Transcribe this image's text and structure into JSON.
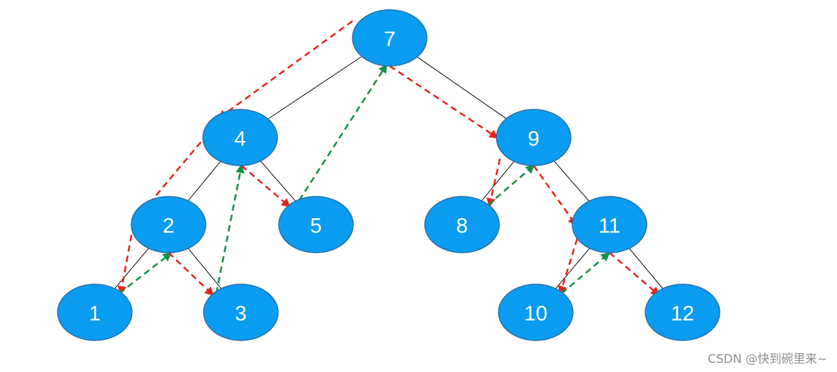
{
  "diagram": {
    "node_color": "#0a9cf0",
    "tree_line_color": "#000000",
    "descend_color": "#e8231a",
    "ascend_color": "#15924a",
    "nodes": [
      {
        "id": "n7",
        "label": "7"
      },
      {
        "id": "n4",
        "label": "4"
      },
      {
        "id": "n9",
        "label": "9"
      },
      {
        "id": "n2",
        "label": "2"
      },
      {
        "id": "n5",
        "label": "5"
      },
      {
        "id": "n8",
        "label": "8"
      },
      {
        "id": "n11",
        "label": "11"
      },
      {
        "id": "n1",
        "label": "1"
      },
      {
        "id": "n3",
        "label": "3"
      },
      {
        "id": "n10",
        "label": "10"
      },
      {
        "id": "n12",
        "label": "12"
      }
    ],
    "tree_edges": [
      [
        "n7",
        "n4"
      ],
      [
        "n7",
        "n9"
      ],
      [
        "n4",
        "n2"
      ],
      [
        "n4",
        "n5"
      ],
      [
        "n9",
        "n8"
      ],
      [
        "n9",
        "n11"
      ],
      [
        "n2",
        "n1"
      ],
      [
        "n2",
        "n3"
      ],
      [
        "n11",
        "n10"
      ],
      [
        "n11",
        "n12"
      ]
    ],
    "traversal_edges": [
      {
        "from": "n7",
        "to": "n4",
        "kind": "descend"
      },
      {
        "from": "n4",
        "to": "n2",
        "kind": "descend"
      },
      {
        "from": "n2",
        "to": "n1",
        "kind": "descend"
      },
      {
        "from": "n1",
        "to": "n2",
        "kind": "ascend"
      },
      {
        "from": "n2",
        "to": "n3",
        "kind": "descend"
      },
      {
        "from": "n3",
        "to": "n4",
        "kind": "ascend"
      },
      {
        "from": "n4",
        "to": "n5",
        "kind": "descend"
      },
      {
        "from": "n5",
        "to": "n7",
        "kind": "ascend"
      },
      {
        "from": "n7",
        "to": "n9",
        "kind": "descend"
      },
      {
        "from": "n9",
        "to": "n8",
        "kind": "descend"
      },
      {
        "from": "n8",
        "to": "n9",
        "kind": "ascend"
      },
      {
        "from": "n9",
        "to": "n11",
        "kind": "descend"
      },
      {
        "from": "n11",
        "to": "n10",
        "kind": "descend"
      },
      {
        "from": "n10",
        "to": "n11",
        "kind": "ascend"
      },
      {
        "from": "n11",
        "to": "n12",
        "kind": "descend"
      }
    ]
  },
  "watermark": {
    "text": "CSDN @快到碗里来~"
  }
}
